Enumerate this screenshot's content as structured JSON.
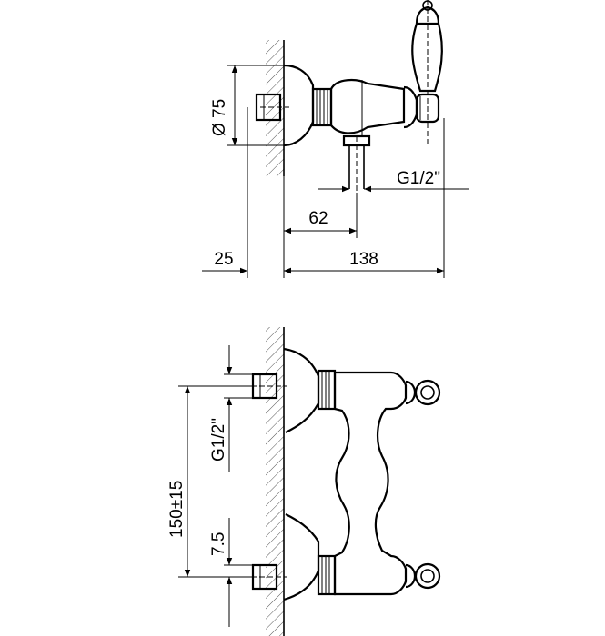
{
  "top_view": {
    "diameter_label": "Ø 75",
    "thread_label": "G1/2\"",
    "dim_62": "62",
    "dim_25": "25",
    "dim_138": "138"
  },
  "front_view": {
    "centers_label": "150±15",
    "thread_label": "G1/2\"",
    "offset_label": "7.5"
  }
}
